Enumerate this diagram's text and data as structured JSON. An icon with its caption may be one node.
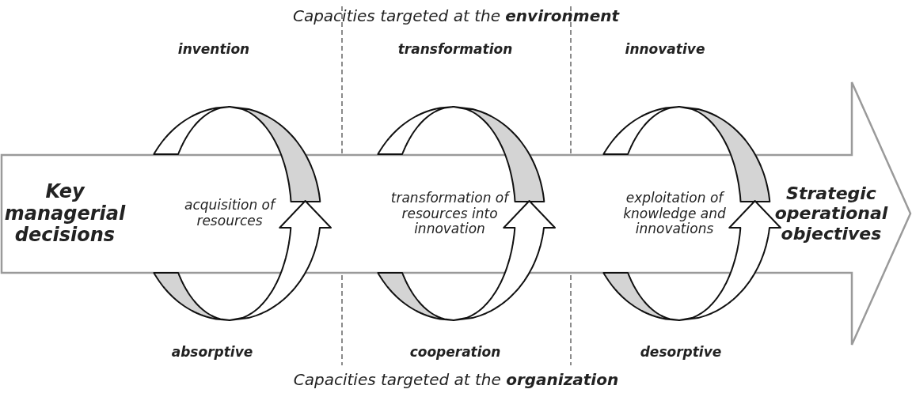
{
  "diagram": {
    "nodes": [
      {
        "text": [
          "Key managerial decisions"
        ]
      },
      {
        "text": [
          "acquisition of resources"
        ]
      },
      {
        "text": [
          "transformation of resources into innovation"
        ]
      },
      {
        "text": [
          "exploitation of knowledge and innovations"
        ]
      },
      {
        "text": [
          "Strategic operational objectives"
        ]
      }
    ],
    "labels": [
      "Capacities targeted at the **environment**",
      "invention",
      "transformation",
      "innovative",
      "absorptive",
      "cooperation",
      "desorptive",
      "Capacities targeted at the **organization**"
    ]
  }
}
